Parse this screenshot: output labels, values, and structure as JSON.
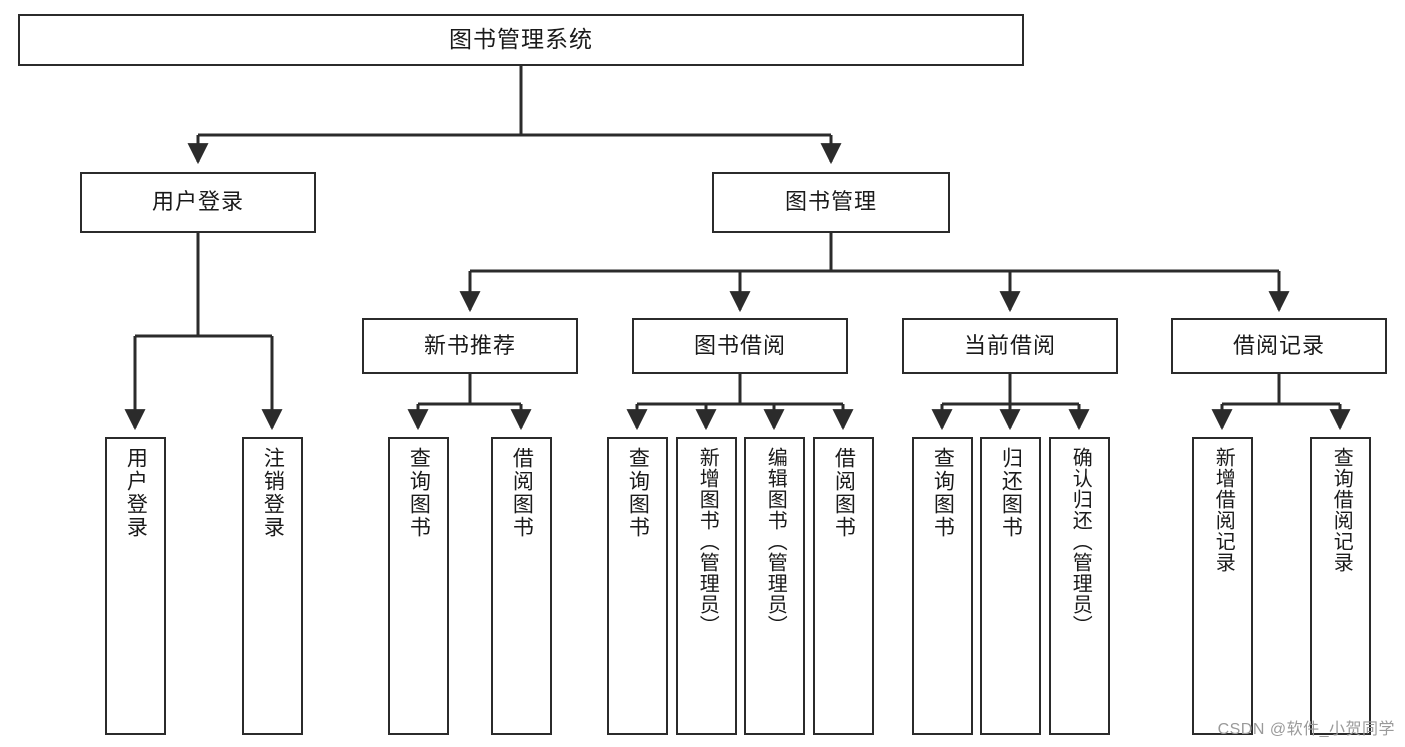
{
  "diagram": {
    "title": "图书管理系统",
    "type": "hierarchy-tree",
    "watermark": "CSDN @软件_小贺同学",
    "colors": {
      "box_border": "#2b2b2b",
      "box_fill": "#ffffff",
      "edge": "#2b2b2b",
      "text": "#1a1a1a",
      "watermark": "#9a9a9a"
    },
    "root": {
      "label": "图书管理系统"
    },
    "level1": [
      {
        "label": "用户登录"
      },
      {
        "label": "图书管理"
      }
    ],
    "level2": [
      {
        "label": "新书推荐"
      },
      {
        "label": "图书借阅"
      },
      {
        "label": "当前借阅"
      },
      {
        "label": "借阅记录"
      }
    ],
    "leaves": {
      "user_login": [
        {
          "label": "用户登录"
        },
        {
          "label": "注销登录"
        }
      ],
      "new_book_recommend": [
        {
          "label": "查询图书"
        },
        {
          "label": "借阅图书"
        }
      ],
      "book_borrow": [
        {
          "label": "查询图书"
        },
        {
          "label": "新增图书（管理员）"
        },
        {
          "label": "编辑图书（管理员）"
        },
        {
          "label": "借阅图书"
        }
      ],
      "current_borrow": [
        {
          "label": "查询图书"
        },
        {
          "label": "归还图书"
        },
        {
          "label": "确认归还（管理员）"
        }
      ],
      "borrow_record": [
        {
          "label": "新增借阅记录"
        },
        {
          "label": "查询借阅记录"
        }
      ]
    }
  }
}
